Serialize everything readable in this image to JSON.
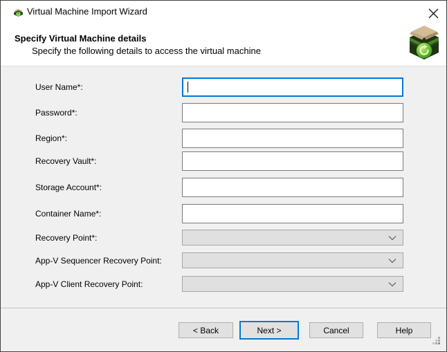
{
  "window": {
    "title": "Virtual Machine Import Wizard"
  },
  "header": {
    "title": "Specify Virtual Machine details",
    "subtitle": "Specify the following details to access the virtual machine"
  },
  "form": {
    "fields": [
      {
        "id": "user-name",
        "label": "User Name*:",
        "control": "textbox",
        "value": "",
        "state": "focused"
      },
      {
        "id": "password",
        "label": "Password*:",
        "control": "textbox",
        "value": "",
        "state": "normal"
      },
      {
        "id": "region",
        "label": "Region*:",
        "control": "textbox",
        "value": "",
        "state": "normal"
      },
      {
        "id": "recovery-vault",
        "label": "Recovery Vault*:",
        "control": "textbox",
        "value": "",
        "state": "normal"
      },
      {
        "id": "storage-account",
        "label": "Storage Account*:",
        "control": "textbox",
        "value": "",
        "state": "normal"
      },
      {
        "id": "container-name",
        "label": "Container Name*:",
        "control": "textbox",
        "value": "",
        "state": "normal"
      },
      {
        "id": "recovery-point",
        "label": "Recovery Point*:",
        "control": "combobox",
        "value": "",
        "state": "disabled"
      },
      {
        "id": "appv-sequencer-recovery-point",
        "label": "App-V Sequencer Recovery Point:",
        "control": "combobox",
        "value": "",
        "state": "disabled"
      },
      {
        "id": "appv-client-recovery-point",
        "label": "App-V Client Recovery Point:",
        "control": "combobox",
        "value": "",
        "state": "disabled"
      }
    ]
  },
  "footer": {
    "back_label": "< Back",
    "next_label": "Next >",
    "cancel_label": "Cancel",
    "help_label": "Help"
  },
  "icons": {
    "titlebar": "package-icon",
    "banner": "package-import-icon",
    "close": "close-icon",
    "combo": "chevron-down-icon"
  },
  "colors": {
    "accent": "#0078d7",
    "body_bg": "#f0f0f0",
    "header_bg": "#ffffff",
    "input_border": "#7a7a7a",
    "combo_bg": "#e0e0e0",
    "combo_border": "#a5a5a5",
    "button_bg": "#e1e1e1",
    "button_border": "#adadad",
    "window_border": "#404040",
    "separator": "#bcbcbc"
  }
}
